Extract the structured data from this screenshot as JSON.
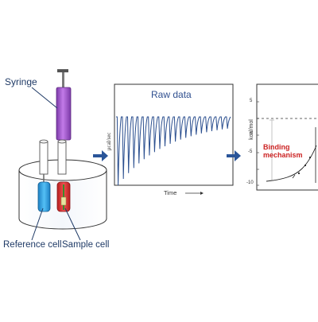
{
  "labels": {
    "syringe": "Syringe",
    "reference_cell": "Reference cell",
    "sample_cell": "Sample cell",
    "raw_data": "Raw data",
    "time_axis": "Time",
    "raw_ylabel": "µcal/sec",
    "fit_ylabel": "kcal/mol",
    "binding_1": "Binding",
    "binding_2": "mechanism"
  },
  "fit_ticks": [
    "5",
    "0",
    "-5",
    "-10"
  ],
  "colors": {
    "navy": "#1f3a66",
    "arrow": "#2a5599",
    "syringe": "#9b4fc9",
    "reference": "#2aa0e6",
    "sample": "#e23b3b",
    "binding": "#cc2222",
    "trace": "#2b4f8f"
  },
  "icons": [
    "arrow-right-icon",
    "arrow-right-icon"
  ]
}
